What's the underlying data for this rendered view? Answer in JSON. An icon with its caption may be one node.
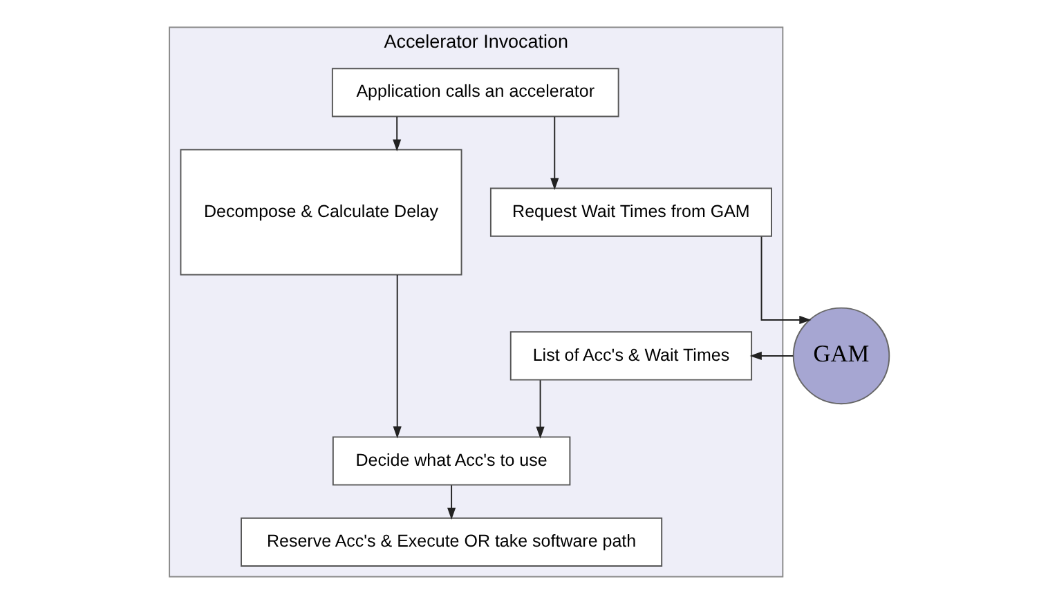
{
  "diagram": {
    "nodes": [
      {
        "text": [
          "Accelerator Invocation"
        ]
      },
      {
        "text": [
          "Application calls an accelerator"
        ],
        "in": 0
      },
      {
        "text": [
          "Decompose & Calculate Delay"
        ],
        "in": 0
      },
      {
        "text": [
          "Request Wait Times from GAM"
        ],
        "in": 0
      },
      {
        "text": [
          "List of Acc's & Wait Times"
        ],
        "in": 0
      },
      {
        "text": [
          "Decide what Acc's to use"
        ],
        "in": 0
      },
      {
        "text": [
          "Reserve Acc's & Execute OR take software path"
        ],
        "in": 0
      },
      {
        "text": [
          "GAM"
        ]
      }
    ],
    "edges": [
      {
        "from": 1,
        "to": 2,
        "arrow": "to"
      },
      {
        "from": 1,
        "to": 3,
        "arrow": "to"
      },
      {
        "from": 3,
        "to": 7,
        "arrow": "to"
      },
      {
        "from": 7,
        "to": 4,
        "arrow": "to"
      },
      {
        "from": 2,
        "to": 5,
        "arrow": "to"
      },
      {
        "from": 4,
        "to": 5,
        "arrow": "to"
      },
      {
        "from": 5,
        "to": 6,
        "arrow": "to"
      }
    ]
  }
}
